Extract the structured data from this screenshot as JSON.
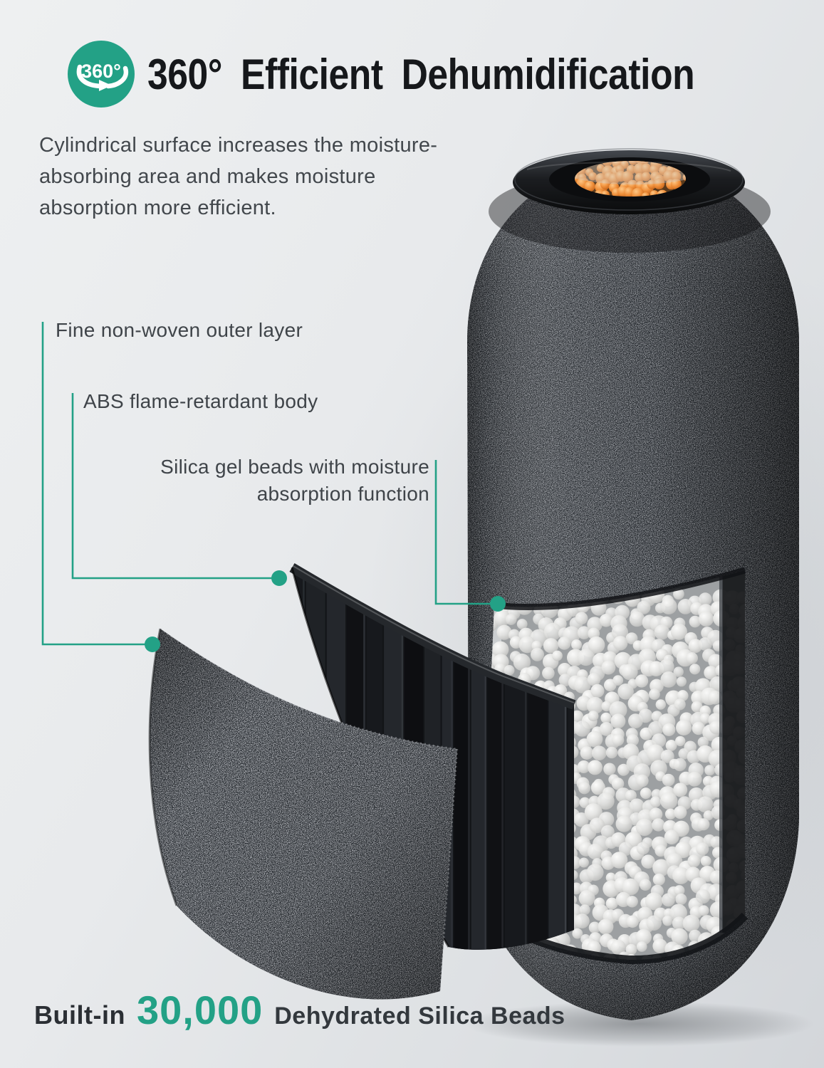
{
  "colors": {
    "accent_green": "#23A186",
    "title_text": "#16181b",
    "body_text": "#42474c",
    "background_light": "#e9ebed",
    "fabric_dark": "#2d3035"
  },
  "header": {
    "icon_label": "360°",
    "title": "360° Efficient  Dehumidification"
  },
  "intro": {
    "text": "Cylindrical surface increases the moisture-\nabsorbing area and makes moisture\nabsorption more efficient."
  },
  "callouts": [
    {
      "label": "Fine non-woven outer layer"
    },
    {
      "label": "ABS flame-retardant body"
    },
    {
      "label": "Silica gel beads with moisture\nabsorption function"
    }
  ],
  "footer": {
    "prefix": "Built-in",
    "count": "30,000",
    "suffix": "Dehydrated Silica Beads"
  }
}
